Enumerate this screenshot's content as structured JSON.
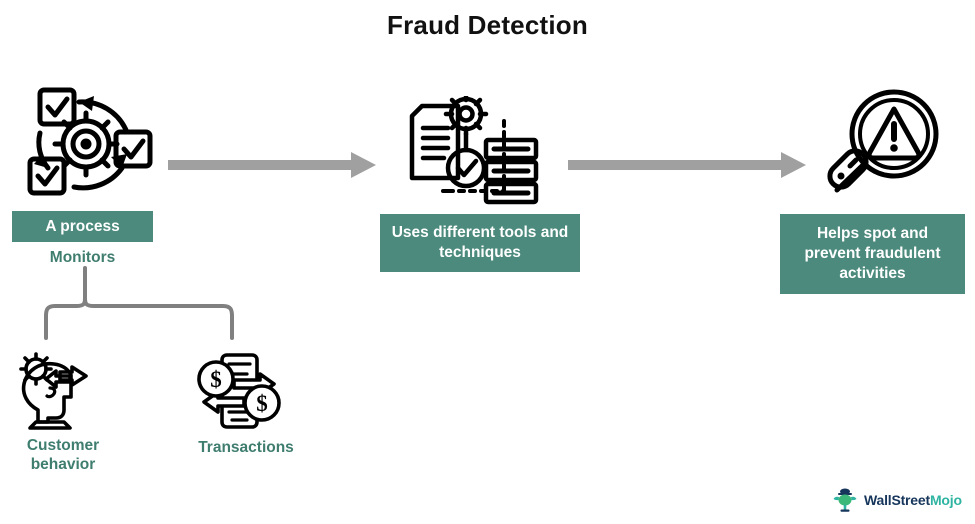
{
  "page": {
    "title": "Fraud Detection",
    "background_color": "#ffffff"
  },
  "theme": {
    "teal_fill": "#4b8a7c",
    "teal_text": "#3f7d6f",
    "arrow_gray": "#a0a0a0",
    "bracket_gray": "#808080",
    "icon_black": "#000000",
    "title_color": "#111111"
  },
  "flow": {
    "steps": [
      {
        "id": "step-1",
        "icon": "process-gear-checklist-icon",
        "box_label": "A process",
        "caption": "Monitors"
      },
      {
        "id": "step-2",
        "icon": "document-gear-database-icon",
        "box_label": "Uses different tools and techniques",
        "caption": ""
      },
      {
        "id": "step-3",
        "icon": "magnifier-warning-icon",
        "box_label": "Helps spot and prevent fraudulent activities",
        "caption": ""
      }
    ],
    "connectors": [
      {
        "id": "arrow-1",
        "icon": "right-arrow-icon",
        "from": "step-1",
        "to": "step-2"
      },
      {
        "id": "arrow-2",
        "icon": "right-arrow-icon",
        "from": "step-2",
        "to": "step-3"
      }
    ]
  },
  "monitored": {
    "bracket_icon": "curly-bracket-connector",
    "items": [
      {
        "id": "monitored-1",
        "icon": "head-gear-arrows-icon",
        "label": "Customer behavior"
      },
      {
        "id": "monitored-2",
        "icon": "money-exchange-icon",
        "label": "Transactions"
      }
    ]
  },
  "logo": {
    "mark": "bull-mascot-icon",
    "text_primary": "WallStreet",
    "text_accent": "Mojo"
  }
}
